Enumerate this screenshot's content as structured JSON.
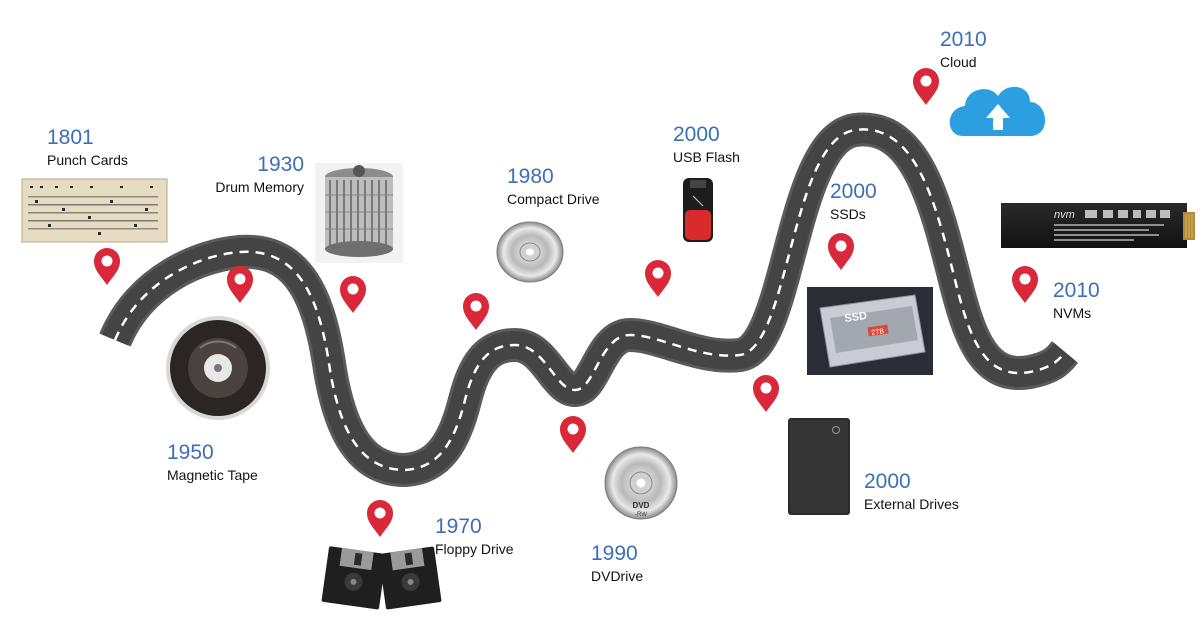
{
  "colors": {
    "road": "#4b4b4b",
    "road_edge": "#5a5a5a",
    "lane_marking": "#ffffff",
    "year_text": "#3b6fb6",
    "label_text": "#111111",
    "pin": "#d8283a",
    "cloud": "#2c9fe0"
  },
  "milestones": [
    {
      "year": "1801",
      "label": "Punch Cards",
      "image": "punch-card"
    },
    {
      "year": "1930",
      "label": "Drum Memory",
      "image": "drum-memory"
    },
    {
      "year": "1950",
      "label": "Magnetic Tape",
      "image": "magnetic-tape-reel"
    },
    {
      "year": "1970",
      "label": "Floppy Drive",
      "image": "floppy-disks"
    },
    {
      "year": "1980",
      "label": "Compact Drive",
      "image": "compact-disc"
    },
    {
      "year": "1990",
      "label": "DVDrive",
      "image": "dvd-disc"
    },
    {
      "year": "2000",
      "label": "USB Flash",
      "image": "usb-flash-drive"
    },
    {
      "year": "2000",
      "label": "SSDs",
      "image": "ssd"
    },
    {
      "year": "2000",
      "label": "External Drives",
      "image": "external-drive"
    },
    {
      "year": "2010",
      "label": "Cloud",
      "image": "cloud-upload-icon"
    },
    {
      "year": "2010",
      "label": "NVMs",
      "image": "nvme-stick"
    }
  ],
  "device_text": {
    "dvd": "DVD",
    "dvd_format": "-RW",
    "ssd": "SSD",
    "ssd_capacity": "2TB",
    "nvme_brand": "nvm"
  }
}
